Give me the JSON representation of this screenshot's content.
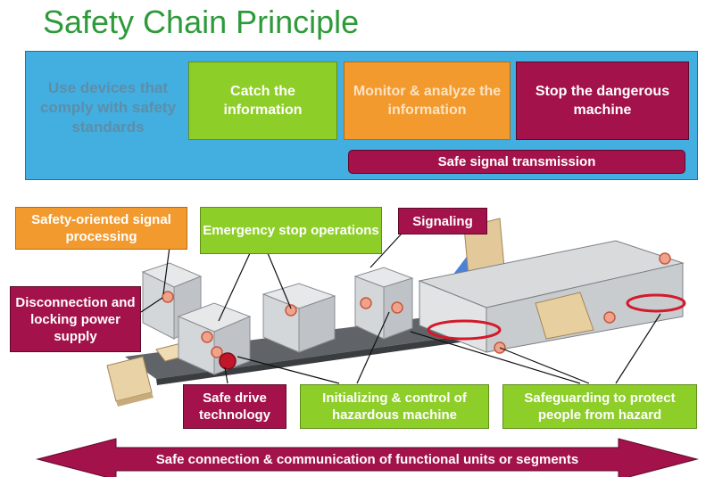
{
  "title": "Safety Chain Principle",
  "chain": {
    "intro": "Use devices that comply with safety standards",
    "steps": [
      {
        "label": "Catch the information"
      },
      {
        "label": "Monitor  & analyze the information"
      },
      {
        "label": "Stop the dangerous machine"
      }
    ],
    "transmission": "Safe signal transmission"
  },
  "callouts": {
    "signal_processing": "Safety-oriented signal processing",
    "emergency_stop": "Emergency stop operations",
    "signaling": "Signaling",
    "disconnection": "Disconnection and locking power supply",
    "drive": "Safe drive technology",
    "initializing": "Initializing & control of hazardous machine",
    "safeguarding": "Safeguarding to protect people from hazard"
  },
  "footer": "Safe connection & communication of functional units or segments",
  "colors": {
    "green": "#8ece29",
    "orange": "#f29a2e",
    "maroon": "#a3124a",
    "blue": "#43aee0",
    "title": "#2e9a3a"
  }
}
